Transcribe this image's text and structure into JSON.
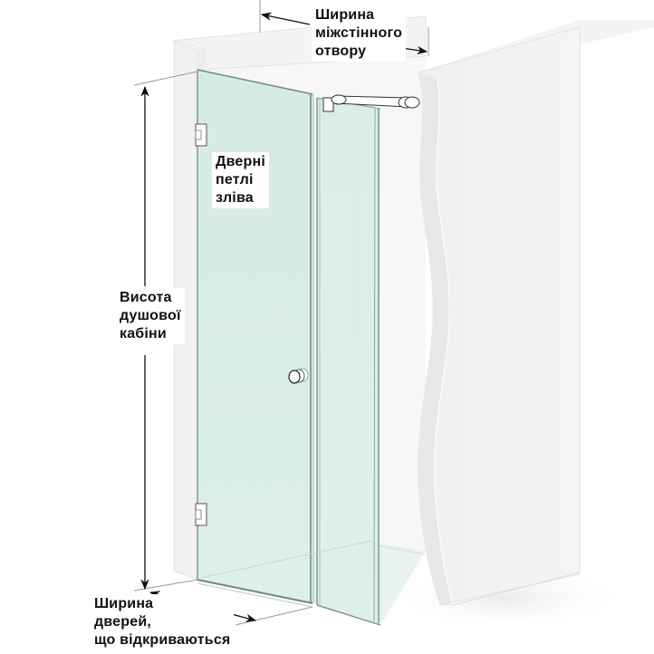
{
  "diagram": {
    "title": "Shower door with hinges on the left — dimension schematic",
    "colors": {
      "background": "#ffffff",
      "wall": "#f3f3f3",
      "wall_edge": "#e6e6e6",
      "glass": "#d9ece6",
      "glass_edge": "#7e9a92",
      "dimension_line": "#111111",
      "extension_line": "#9a9a9a"
    },
    "labels": {
      "opening_width": {
        "lines": [
          "Ширина",
          "міжстінного",
          "отвору"
        ]
      },
      "hinges_left": {
        "lines": [
          "Дверні",
          "петлі",
          "зліва"
        ]
      },
      "cabin_height": {
        "lines": [
          "Висота",
          "душової",
          "кабіни"
        ]
      },
      "door_width": {
        "lines": [
          "Ширина",
          "дверей,",
          "що відкриваються"
        ]
      }
    },
    "components": [
      {
        "name": "left-wall",
        "type": "wall"
      },
      {
        "name": "right-wall",
        "type": "wall-cutaway-wavy"
      },
      {
        "name": "back-wall",
        "type": "wall"
      },
      {
        "name": "door-panel",
        "type": "glass-door"
      },
      {
        "name": "fixed-panel",
        "type": "glass-fixed"
      },
      {
        "name": "top-hinge",
        "type": "hinge"
      },
      {
        "name": "bottom-hinge",
        "type": "hinge"
      },
      {
        "name": "door-knob",
        "type": "handle"
      },
      {
        "name": "support-bar",
        "type": "stabilizer-bar"
      },
      {
        "name": "height-dimension",
        "type": "dimension-arrow"
      },
      {
        "name": "opening-width-dimension",
        "type": "dimension-arrow"
      },
      {
        "name": "door-width-dimension",
        "type": "dimension-arrow"
      }
    ]
  }
}
